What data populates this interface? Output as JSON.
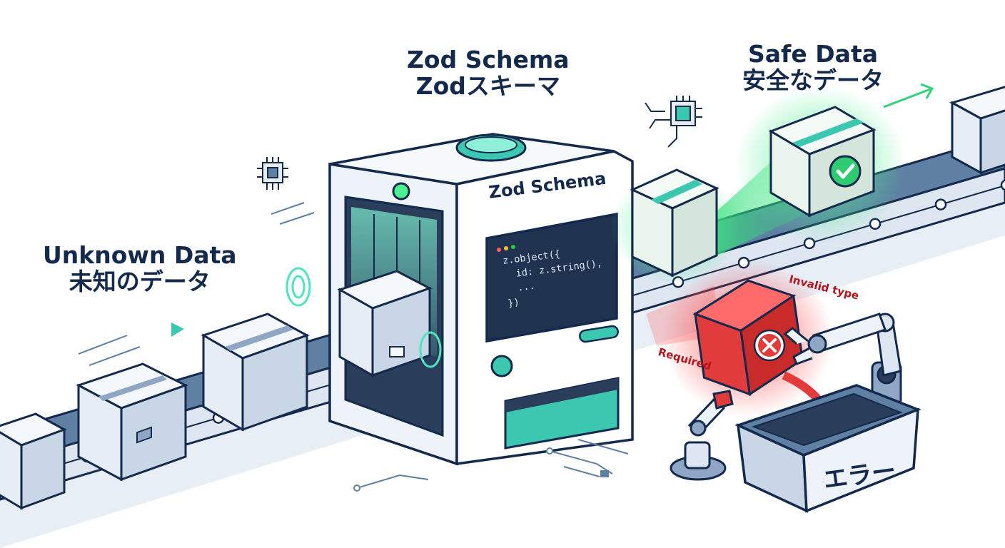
{
  "labels": {
    "unknown_en": "Unknown Data",
    "unknown_ja": "未知のデータ",
    "schema_en": "Zod Schema",
    "schema_ja": "Zodスキーマ",
    "safe_en": "Safe Data",
    "safe_ja": "安全なデータ"
  },
  "machine": {
    "name": "Zod Schema",
    "code": [
      "z.object({",
      "  id: z.string(),",
      "  ...",
      "})"
    ]
  },
  "errors": {
    "invalid_type": "Invalid type",
    "required": "Required",
    "bin_label": "エラー"
  },
  "colors": {
    "ink": "#132a4d",
    "safe_green": "#33d17a",
    "error_red": "#e23b3b",
    "machine_teal": "#3cc7b0",
    "belt": "#5f7fa3"
  },
  "icons": [
    "chip-icon",
    "check-icon",
    "cross-icon",
    "play-arrow-icon",
    "arrow-right-icon"
  ]
}
